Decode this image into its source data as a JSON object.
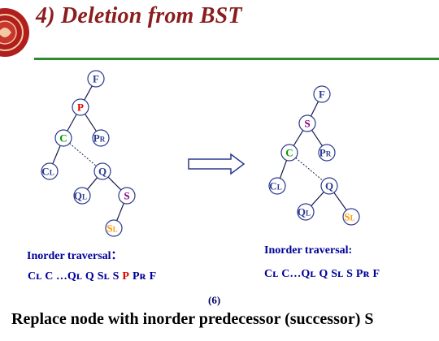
{
  "title": "4) Deletion from BST",
  "colors": {
    "title": "#8b1d1d",
    "rule": "#2e8b2e",
    "node_stroke": "#2b3a8f",
    "text_blue": "#000099",
    "red": "#e00000",
    "green": "#009900",
    "purple": "#800080",
    "orange": "#ff9900"
  },
  "arrow_icon": "double-arrow-right-icon",
  "trees": [
    {
      "name": "before",
      "nodes": [
        {
          "id": "F",
          "label": "F",
          "sub": "",
          "color": "#2b3a8f"
        },
        {
          "id": "P",
          "label": "P",
          "sub": "",
          "color": "#e00000"
        },
        {
          "id": "C",
          "label": "C",
          "sub": "",
          "color": "#009900"
        },
        {
          "id": "PR",
          "label": "P",
          "sub": "R",
          "color": "#2b3a8f"
        },
        {
          "id": "CL",
          "label": "C",
          "sub": "L",
          "color": "#2b3a8f"
        },
        {
          "id": "Q",
          "label": "Q",
          "sub": "",
          "color": "#2b3a8f"
        },
        {
          "id": "QL",
          "label": "Q",
          "sub": "L",
          "color": "#2b3a8f"
        },
        {
          "id": "S",
          "label": "S",
          "sub": "",
          "color": "#800080"
        },
        {
          "id": "SL",
          "label": "S",
          "sub": "L",
          "color": "#ff9900"
        }
      ],
      "edges": [
        [
          "F",
          "P",
          false
        ],
        [
          "P",
          "C",
          false
        ],
        [
          "P",
          "PR",
          false
        ],
        [
          "C",
          "CL",
          false
        ],
        [
          "C",
          "Q",
          true
        ],
        [
          "Q",
          "QL",
          false
        ],
        [
          "Q",
          "S",
          false
        ],
        [
          "S",
          "SL",
          false
        ]
      ]
    },
    {
      "name": "after",
      "nodes": [
        {
          "id": "F",
          "label": "F",
          "sub": "",
          "color": "#2b3a8f"
        },
        {
          "id": "S",
          "label": "S",
          "sub": "",
          "color": "#800080"
        },
        {
          "id": "C",
          "label": "C",
          "sub": "",
          "color": "#009900"
        },
        {
          "id": "PR",
          "label": "P",
          "sub": "R",
          "color": "#2b3a8f"
        },
        {
          "id": "CL",
          "label": "C",
          "sub": "L",
          "color": "#2b3a8f"
        },
        {
          "id": "Q",
          "label": "Q",
          "sub": "",
          "color": "#2b3a8f"
        },
        {
          "id": "QL",
          "label": "Q",
          "sub": "L",
          "color": "#2b3a8f"
        },
        {
          "id": "SL",
          "label": "S",
          "sub": "L",
          "color": "#ff9900"
        }
      ],
      "edges": [
        [
          "F",
          "S",
          false
        ],
        [
          "S",
          "C",
          false
        ],
        [
          "S",
          "PR",
          false
        ],
        [
          "C",
          "CL",
          false
        ],
        [
          "C",
          "Q",
          true
        ],
        [
          "Q",
          "QL",
          false
        ],
        [
          "Q",
          "SL",
          false
        ]
      ]
    }
  ],
  "left_traversal": {
    "label": "Inorder traversal：",
    "sequence": [
      {
        "text": "Cʟ",
        "color": "#000099"
      },
      {
        "text": "C …Qʟ",
        "color": "#000099"
      },
      {
        "text": "Q",
        "color": "#000099"
      },
      {
        "text": "Sʟ",
        "color": "#000099"
      },
      {
        "text": "S",
        "color": "#000099"
      },
      {
        "text": "P",
        "color": "#e00000"
      },
      {
        "text": "Pʀ",
        "color": "#000099"
      },
      {
        "text": "F",
        "color": "#000099"
      }
    ]
  },
  "right_traversal": {
    "label": "Inorder traversal:",
    "sequence": [
      {
        "text": "Cʟ",
        "color": "#000099"
      },
      {
        "text": "C…Qʟ",
        "color": "#000099"
      },
      {
        "text": "Q",
        "color": "#000099"
      },
      {
        "text": "Sʟ",
        "color": "#000099"
      },
      {
        "text": "S",
        "color": "#000099"
      },
      {
        "text": "Pʀ",
        "color": "#000099"
      },
      {
        "text": "F",
        "color": "#000099"
      }
    ]
  },
  "caption": "(6)",
  "footer": "Replace node with inorder predecessor (successor) S"
}
